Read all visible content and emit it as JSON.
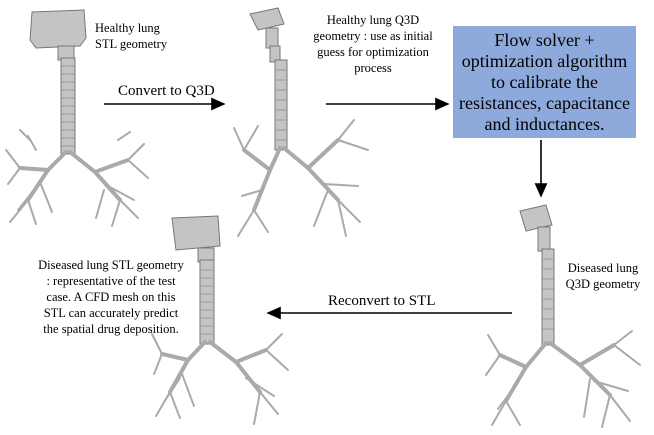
{
  "labels": {
    "healthy_stl": "Healthy lung\nSTL geometry",
    "healthy_q3d": "Healthy lung Q3D\ngeometry : use as initial\nguess for optimization\nprocess",
    "diseased_stl": "Diseased lung STL geometry\n: representative of the test\ncase. A CFD mesh on this\nSTL can accurately predict\nthe spatial drug deposition.",
    "diseased_q3d": "Diseased lung\nQ3D geometry"
  },
  "arrows": {
    "convert": "Convert to Q3D",
    "reconvert": "Reconvert to STL"
  },
  "solver_box": {
    "text": "Flow solver +\noptimization algorithm\nto calibrate the\nresistances, capacitance\nand inductances.",
    "color": "#8EA9DB"
  },
  "colors": {
    "lung": "#b8b8b8",
    "lung_edge": "#7a7a7a",
    "arrow": "#000000"
  }
}
